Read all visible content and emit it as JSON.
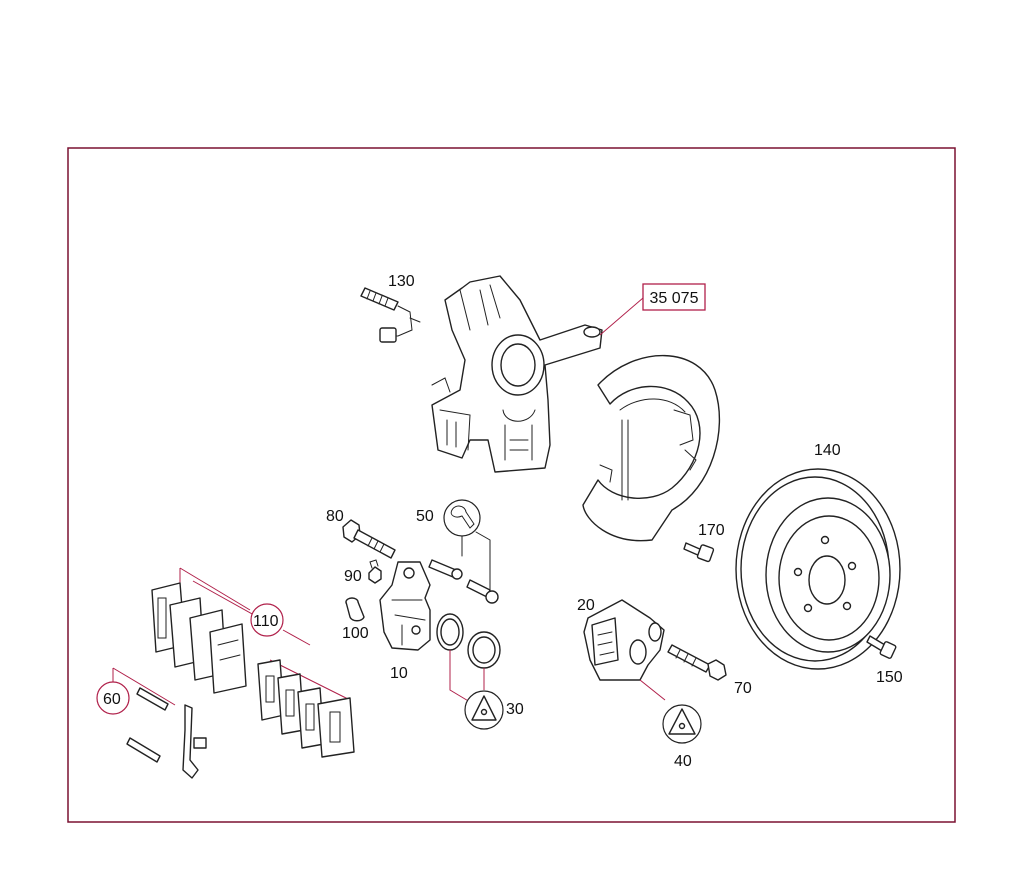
{
  "diagram": {
    "reference_code": "35 075",
    "parts": {
      "p10": "10",
      "p20": "20",
      "p30": "30",
      "p40": "40",
      "p50": "50",
      "p60": "60",
      "p70": "70",
      "p80": "80",
      "p90": "90",
      "p100": "100",
      "p110": "110",
      "p130": "130",
      "p140": "140",
      "p150": "150",
      "p170": "170"
    },
    "colors": {
      "frame": "#7a1030",
      "leader": "#b0204a",
      "line": "#222222"
    }
  }
}
